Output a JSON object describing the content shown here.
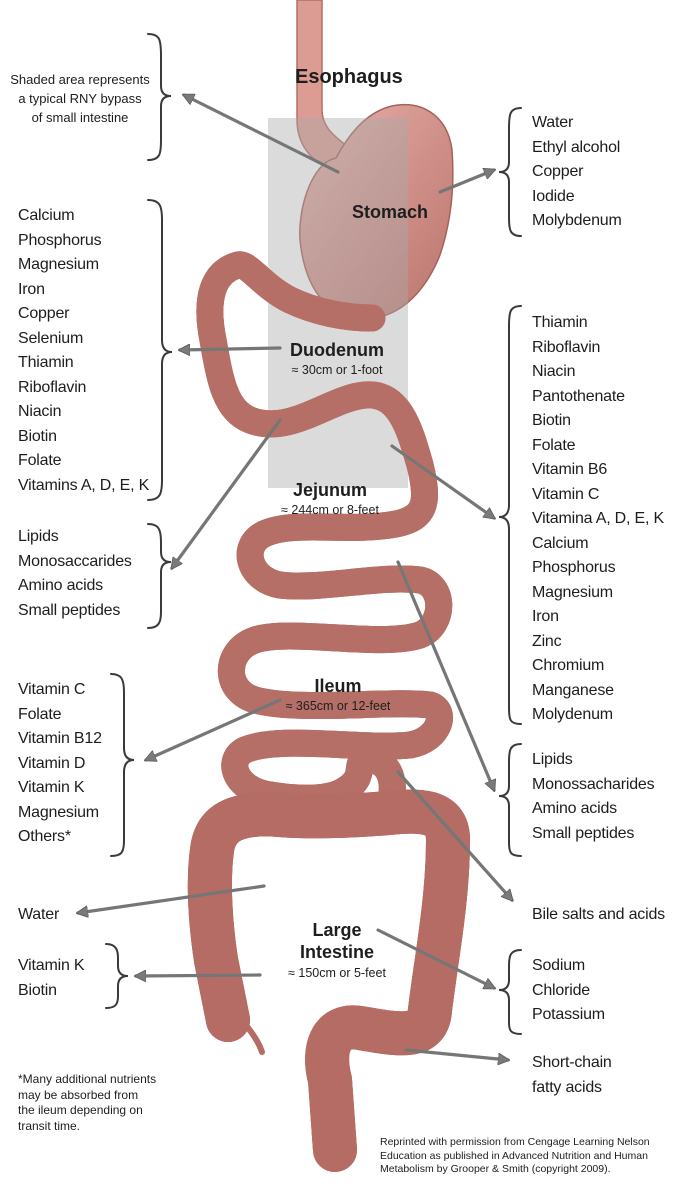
{
  "organs": {
    "esophagus": "Esophagus",
    "stomach": "Stomach",
    "duodenum": "Duodenum",
    "duodenum_len": "≈ 30cm or 1-foot",
    "jejunum": "Jejunum",
    "jejunum_len": "≈ 244cm or 8-feet",
    "ileum": "Ileum",
    "ileum_len": "≈ 365cm or 12-feet",
    "large_intestine_1": "Large",
    "large_intestine_2": "Intestine",
    "large_intestine_len": "≈ 150cm or 5-feet"
  },
  "shaded_note": [
    "Shaded area represents",
    "a typical RNY bypass",
    "of small intestine"
  ],
  "stomach_absorbs": [
    "Water",
    "Ethyl alcohol",
    "Copper",
    "Iodide",
    "Molybdenum"
  ],
  "duodenum_absorbs": [
    "Calcium",
    "Phosphorus",
    "Magnesium",
    "Iron",
    "Copper",
    "Selenium",
    "Thiamin",
    "Riboflavin",
    "Niacin",
    "Biotin",
    "Folate",
    "Vitamins A, D, E, K"
  ],
  "duodenum_macros": [
    "Lipids",
    "Monosaccarides",
    "Amino acids",
    "Small peptides"
  ],
  "jejunum_absorbs": [
    "Thiamin",
    "Riboflavin",
    "Niacin",
    "Pantothenate",
    "Biotin",
    "Folate",
    "Vitamin B6",
    "Vitamin C",
    "Vitamina A, D, E, K",
    "Calcium",
    "Phosphorus",
    "Magnesium",
    "Iron",
    "Zinc",
    "Chromium",
    "Manganese",
    "Molydenum"
  ],
  "jejunum_macros": [
    "Lipids",
    "Monossacharides",
    "Amino acids",
    "Small peptides"
  ],
  "ileum_absorbs": [
    "Vitamin C",
    "Folate",
    "Vitamin B12",
    "Vitamin D",
    "Vitamin K",
    "Magnesium",
    "Others*"
  ],
  "ileum_bile": "Bile salts and acids",
  "large_water": "Water",
  "large_vitamins": [
    "Vitamin K",
    "Biotin"
  ],
  "large_electrolytes": [
    "Sodium",
    "Chloride",
    "Potassium"
  ],
  "large_scfa": [
    "Short-chain",
    "fatty acids"
  ],
  "footnote": "*Many additional nutrients may be absorbed from the ileum depending on transit time.",
  "credit": "Reprinted with permission from Cengage Learning Nelson Education as published in Advanced Nutrition and Human Metabolism by Grooper & Smith (copyright 2009).",
  "colors": {
    "tissue": "#e3a39a",
    "tissue_dark": "#b8665e",
    "stomach": "#d79a93",
    "shade": "#bdbdbd",
    "arrow": "#6e6e6e"
  }
}
